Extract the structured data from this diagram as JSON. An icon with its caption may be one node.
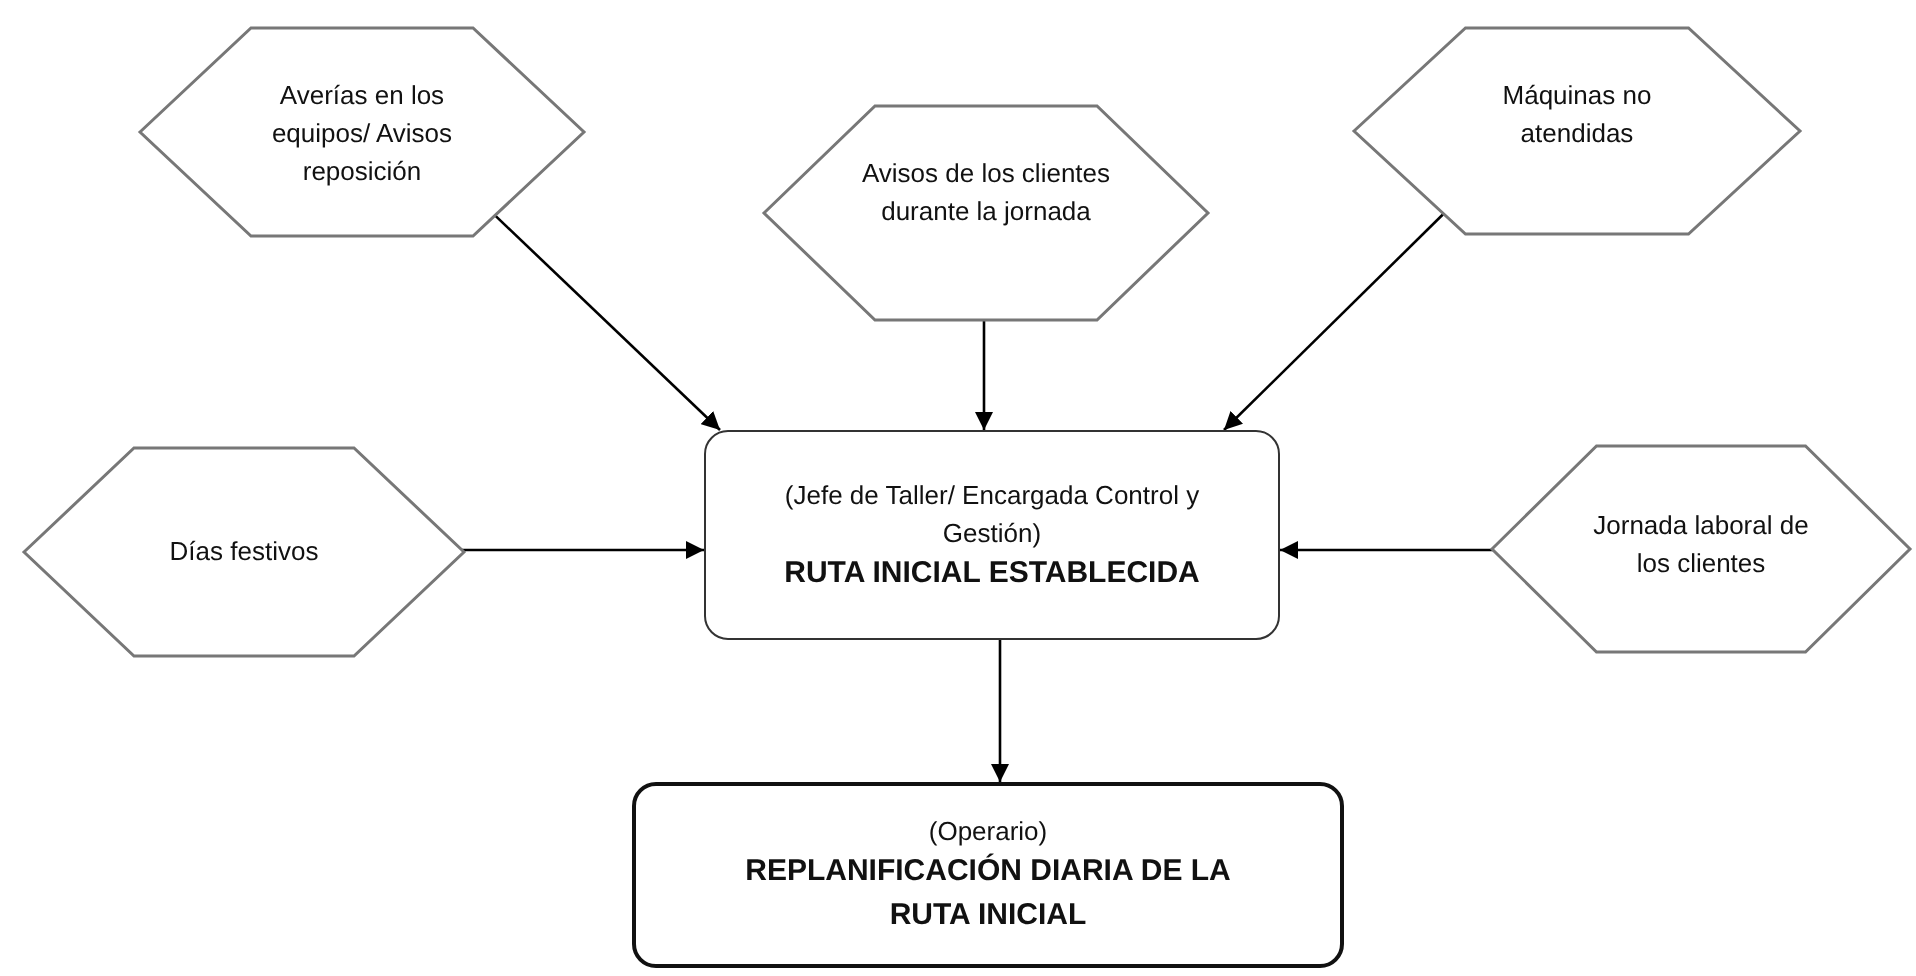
{
  "diagram": {
    "nodes": [
      {
        "text": [
          "Averías en los equipos/ Avisos reposición"
        ]
      },
      {
        "text": [
          "Avisos de los clientes durante la jornada"
        ]
      },
      {
        "text": [
          "Máquinas no atendidas"
        ]
      },
      {
        "text": [
          "Días festivos"
        ]
      },
      {
        "text": [
          "(Jefe de Taller/ Encargada Control y Gestión)",
          "RUTA INICIAL ESTABLECIDA"
        ]
      },
      {
        "text": [
          "Jornada laboral de los clientes"
        ]
      },
      {
        "text": [
          "(Operario)",
          "REPLANIFICACIÓN DIARIA DE LA RUTA INICIAL"
        ]
      }
    ],
    "edges": [
      {
        "from": 0,
        "to": 4,
        "arrow": "to"
      },
      {
        "from": 1,
        "to": 4,
        "arrow": "to"
      },
      {
        "from": 2,
        "to": 4,
        "arrow": "to"
      },
      {
        "from": 3,
        "to": 4,
        "arrow": "to"
      },
      {
        "from": 5,
        "to": 4,
        "arrow": "to"
      },
      {
        "from": 4,
        "to": 6,
        "arrow": "to"
      }
    ]
  }
}
